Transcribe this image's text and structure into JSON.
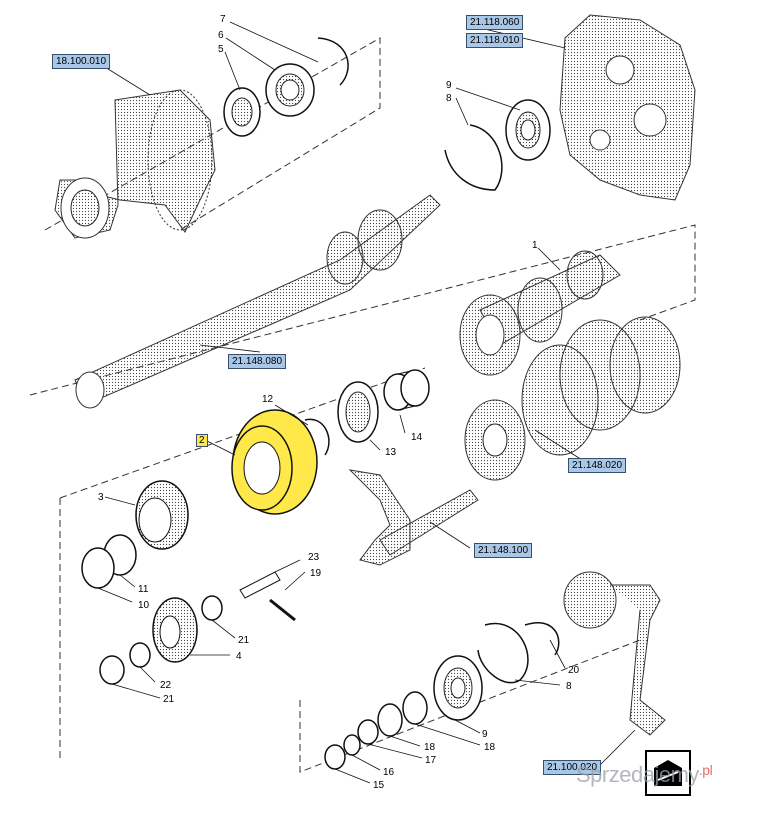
{
  "refs": {
    "r1": "18.100.010",
    "r2": "21.118.060",
    "r3": "21.118.010",
    "r4": "21.148.080",
    "r5": "21.148.020",
    "r6": "21.148.100",
    "r7": "21.100.020"
  },
  "callouts": {
    "n1": "7",
    "n2": "6",
    "n3": "5",
    "n4": "9",
    "n5": "8",
    "n6": "1",
    "n7": "12",
    "n8": "14",
    "n9": "13",
    "n10": "2",
    "n11": "3",
    "n12": "11",
    "n13": "10",
    "n14": "23",
    "n15": "19",
    "n16": "21",
    "n17": "4",
    "n18": "22",
    "n19": "21",
    "n20": "20",
    "n21": "8",
    "n22": "9",
    "n23": "18",
    "n24": "18",
    "n25": "17",
    "n26": "16",
    "n27": "15"
  },
  "watermark": "Sprzedajemy",
  "watermark_tld": ".pl",
  "colors": {
    "highlight": "#ffe94a",
    "ref_box": "#a9c7e6",
    "line": "#000000",
    "dotted": "#555555"
  }
}
